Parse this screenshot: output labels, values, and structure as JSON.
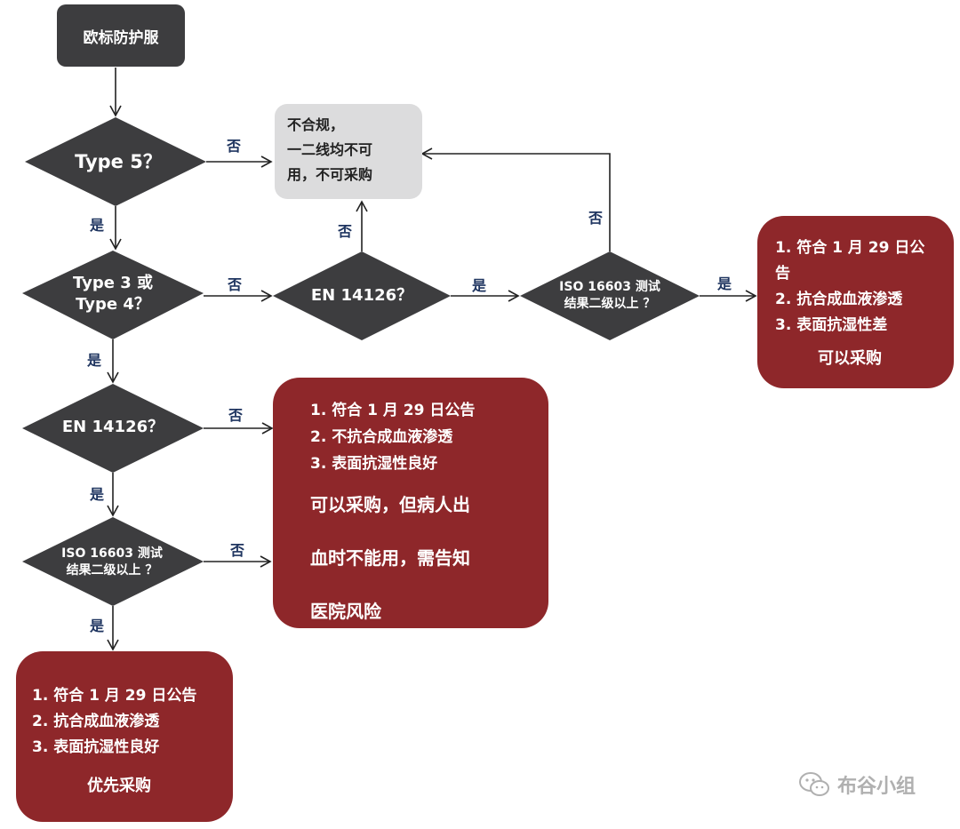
{
  "nodes": {
    "start": "欧标防护服",
    "q_type5": "Type 5？",
    "q_type34": [
      "Type 3 或",
      "Type 4？"
    ],
    "q_en14126_right": "EN 14126？",
    "q_iso_right": [
      "ISO 16603 测试",
      "结果二级以上 ？"
    ],
    "q_en14126_left": "EN 14126？",
    "q_iso_left": [
      "ISO 16603 测试",
      "结果二级以上 ？"
    ],
    "reject": [
      "不合规，",
      "一二线均不可",
      "用，不可采购"
    ],
    "result_right": [
      "1. 符合 1 月 29 日公",
      "告",
      "2. 抗合成血液渗透",
      "3. 表面抗湿性差",
      "可以采购"
    ],
    "result_middle": [
      "1. 符合 1 月 29 日公告",
      "2. 不抗合成血液渗透",
      "3. 表面抗湿性良好",
      "可以采购，但病人出",
      "血时不能用，需告知",
      "医院风险"
    ],
    "result_bottom": [
      "1. 符合 1 月 29 日公告",
      "2. 抗合成血液渗透",
      "3. 表面抗湿性良好",
      "优先采购"
    ]
  },
  "edge_labels": {
    "yes": "是",
    "no": "否"
  },
  "watermark": "布谷小组",
  "colors": {
    "dark": "#3d3d3f",
    "red": "#8e272a",
    "gray": "#dcdcdd",
    "label": "#1f3560"
  }
}
